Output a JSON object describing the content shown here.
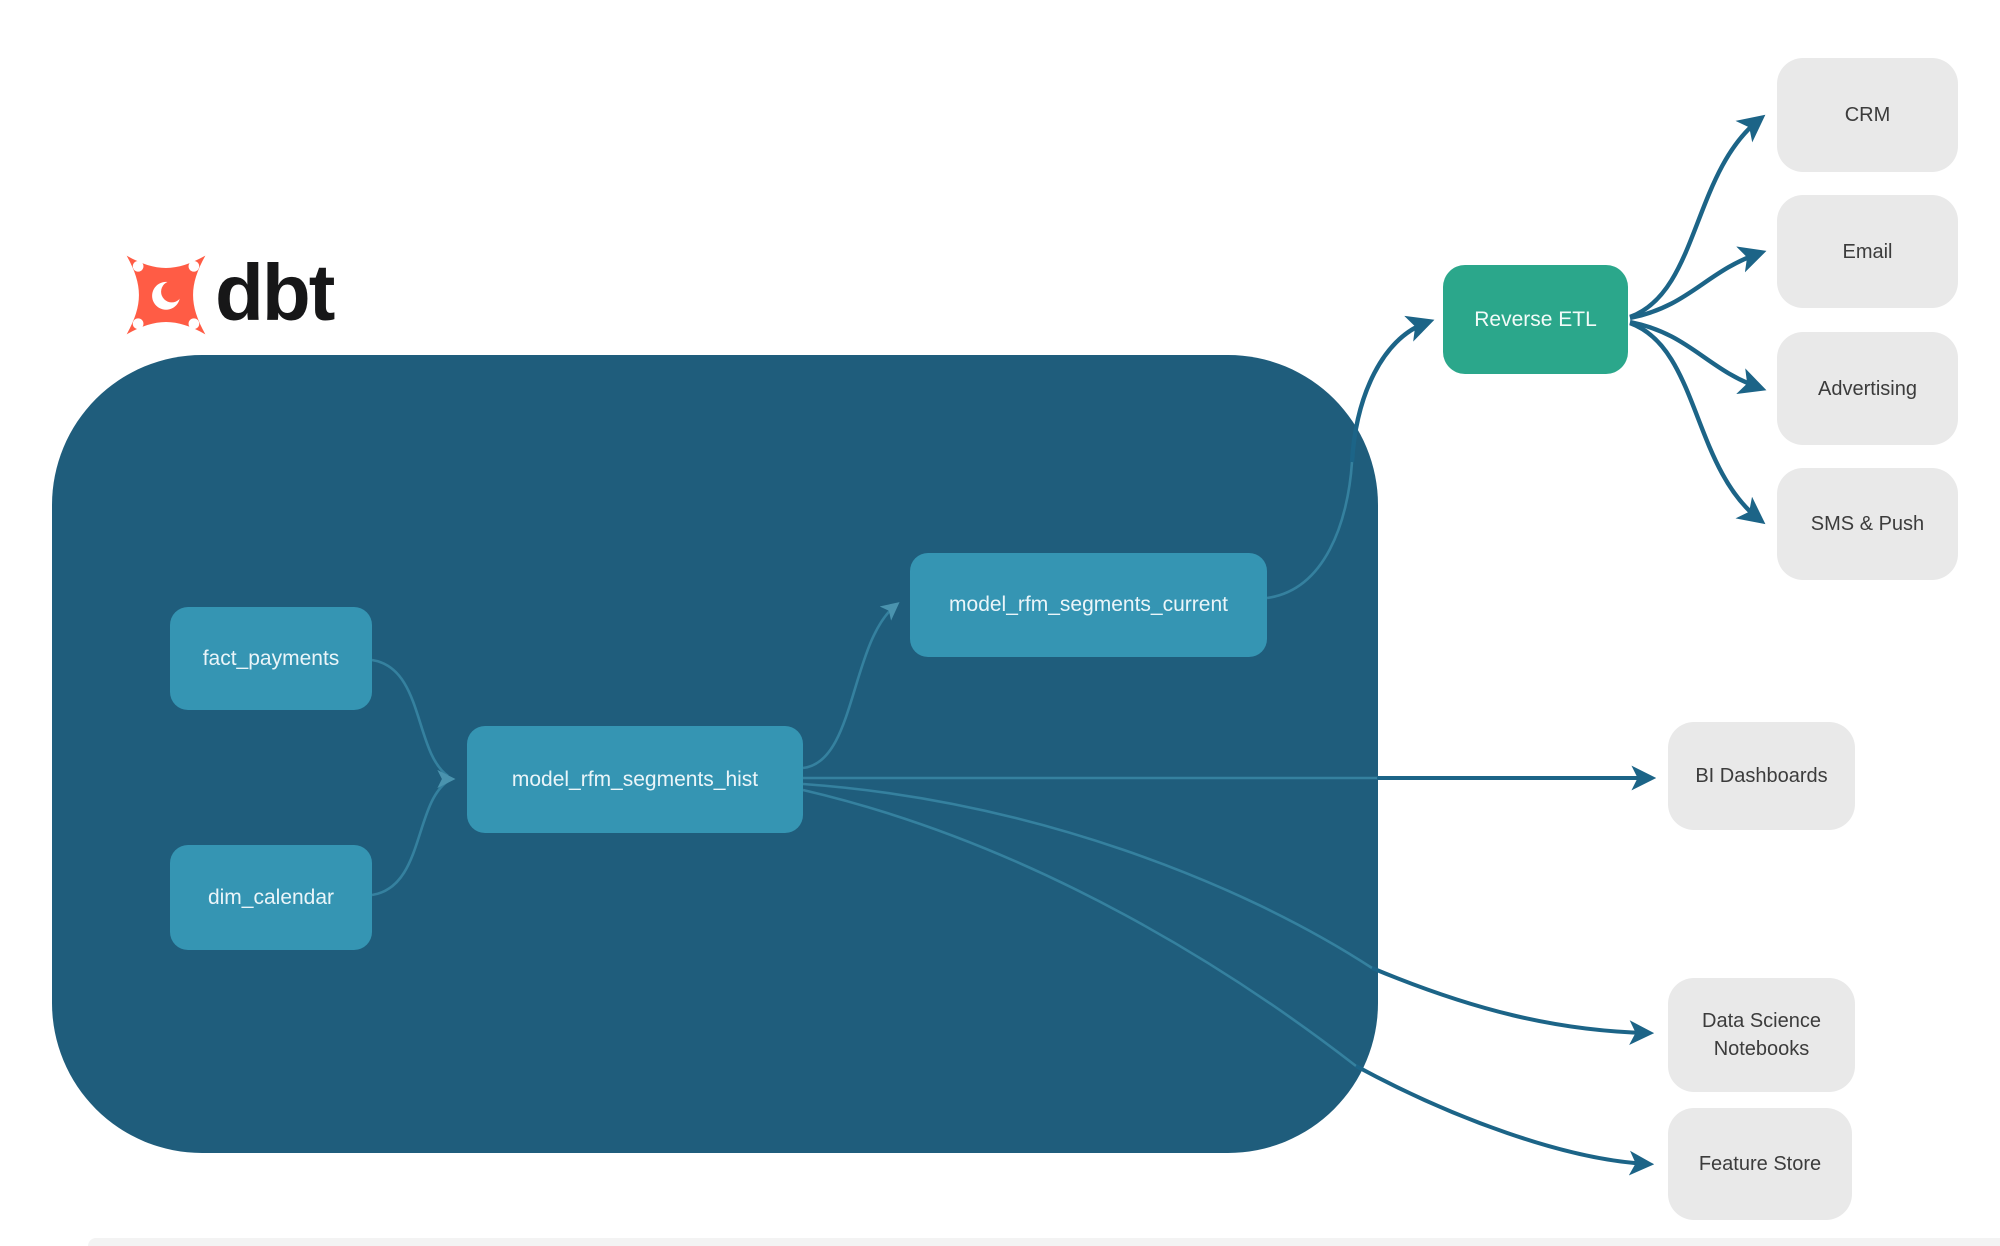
{
  "logo": {
    "wordmark": "dbt",
    "icon": "dbt-pinwheel-icon",
    "icon_color": "#FF5C45"
  },
  "nodes": {
    "fact_payments": {
      "label": "fact_payments",
      "type": "source-table"
    },
    "dim_calendar": {
      "label": "dim_calendar",
      "type": "source-table"
    },
    "hist": {
      "label": "model_rfm_segments_hist",
      "type": "dbt-model"
    },
    "current": {
      "label": "model_rfm_segments_current",
      "type": "dbt-model"
    },
    "reverse_etl": {
      "label": "Reverse ETL",
      "type": "process"
    },
    "crm": {
      "label": "CRM",
      "type": "destination"
    },
    "email": {
      "label": "Email",
      "type": "destination"
    },
    "advertising": {
      "label": "Advertising",
      "type": "destination"
    },
    "sms_push": {
      "label": "SMS & Push",
      "type": "destination"
    },
    "bi_dashboards": {
      "label": "BI Dashboards",
      "type": "destination"
    },
    "ds_notebooks": {
      "label": "Data Science Notebooks",
      "type": "destination"
    },
    "feature_store": {
      "label": "Feature Store",
      "type": "destination"
    }
  },
  "edges": [
    {
      "from": "fact_payments",
      "to": "hist"
    },
    {
      "from": "dim_calendar",
      "to": "hist"
    },
    {
      "from": "hist",
      "to": "current"
    },
    {
      "from": "current",
      "to": "reverse_etl"
    },
    {
      "from": "reverse_etl",
      "to": "crm"
    },
    {
      "from": "reverse_etl",
      "to": "email"
    },
    {
      "from": "reverse_etl",
      "to": "advertising"
    },
    {
      "from": "reverse_etl",
      "to": "sms_push"
    },
    {
      "from": "hist",
      "to": "bi_dashboards"
    },
    {
      "from": "hist",
      "to": "ds_notebooks"
    },
    {
      "from": "hist",
      "to": "feature_store"
    }
  ],
  "colors": {
    "warehouse_container": "#1F5D7C",
    "model_node": "#3595B3",
    "reverse_etl_node": "#2BA78B",
    "destination_node": "#E9E9E9",
    "destination_text": "#3C3C3C",
    "arrow_outside": "#1C6487",
    "arrow_inside": "#35819F",
    "logo_orange": "#FF5C45",
    "logo_text": "#171718"
  }
}
